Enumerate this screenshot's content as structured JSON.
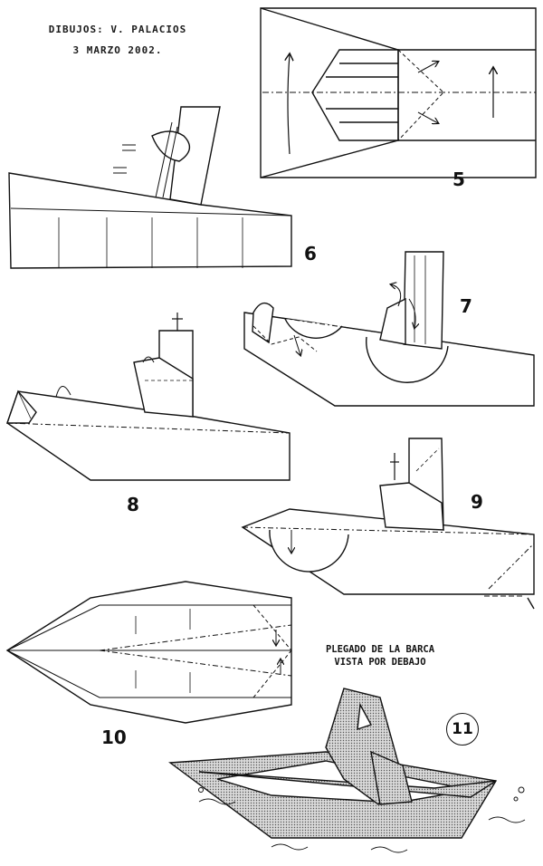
{
  "credits": {
    "line1": "DIBUJOS: V. PALACIOS",
    "line2": "3 MARZO 2002."
  },
  "steps": [
    {
      "id": "step-5",
      "number": "5"
    },
    {
      "id": "step-6",
      "number": "6"
    },
    {
      "id": "step-7",
      "number": "7"
    },
    {
      "id": "step-8",
      "number": "8"
    },
    {
      "id": "step-9",
      "number": "9"
    },
    {
      "id": "step-10",
      "number": "10"
    },
    {
      "id": "step-11",
      "number": "11"
    }
  ],
  "caption": {
    "line1": "PLEGADO DE LA BARCA",
    "line2": "VISTA POR DEBAJO"
  },
  "colors": {
    "ink": "#111111",
    "shade": "#bdbdbd",
    "paper": "#ffffff"
  }
}
